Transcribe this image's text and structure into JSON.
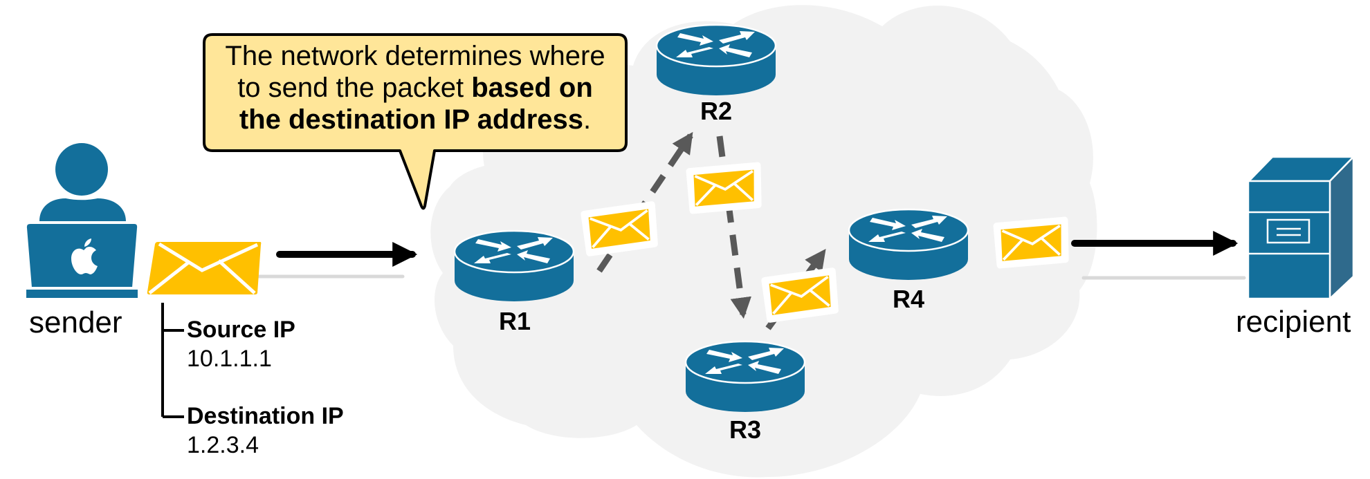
{
  "callout": {
    "line1": "The network determines where",
    "line2_plain": "to send the packet ",
    "line2_bold": "based on",
    "line3_bold": "the destination IP address",
    "line3_plain": "."
  },
  "sender": {
    "label": "sender",
    "icon": "person-with-laptop-icon"
  },
  "recipient": {
    "label": "recipient",
    "icon": "server-icon"
  },
  "packet": {
    "icon": "envelope-icon",
    "fields": [
      {
        "name": "Source IP",
        "value": "10.1.1.1"
      },
      {
        "name": "Destination IP",
        "value": "1.2.3.4"
      }
    ]
  },
  "network": {
    "icon": "cloud-icon",
    "routers": [
      {
        "id": "R1",
        "label": "R1"
      },
      {
        "id": "R2",
        "label": "R2"
      },
      {
        "id": "R3",
        "label": "R3"
      },
      {
        "id": "R4",
        "label": "R4"
      }
    ],
    "path": [
      "R1",
      "R2",
      "R3",
      "R4"
    ]
  },
  "colors": {
    "device_blue": "#136f9b",
    "device_side": "#2f6a8c",
    "envelope_yellow": "#ffc000",
    "callout_fill": "#ffe699",
    "cloud_fill": "#f2f2f2",
    "dashed_arrow": "#595959",
    "solid_arrow": "#000000",
    "ground_line": "#d9d9d9"
  }
}
